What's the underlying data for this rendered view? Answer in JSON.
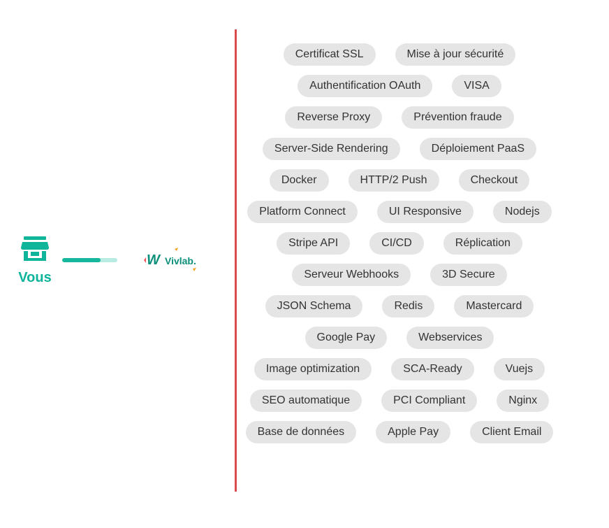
{
  "connection": {
    "you_label": "Vous",
    "you_icon": "store-icon",
    "progress_fraction": 0.7,
    "partner_logo_text": "Vivlab.",
    "accent_color": "#0fb59a",
    "divider_color": "#dc4b4b"
  },
  "tags": [
    "Certificat SSL",
    "Mise à jour sécurité",
    "Authentification OAuth",
    "VISA",
    "Reverse Proxy",
    "Prévention fraude",
    "Server-Side Rendering",
    "Déploiement PaaS",
    "Docker",
    "HTTP/2 Push",
    "Checkout",
    "Platform Connect",
    "UI Responsive",
    "Nodejs",
    "Stripe API",
    "CI/CD",
    "Réplication",
    "Serveur Webhooks",
    "3D Secure",
    "JSON Schema",
    "Redis",
    "Mastercard",
    "Google Pay",
    "Webservices",
    "Image optimization",
    "SCA-Ready",
    "Vuejs",
    "SEO automatique",
    "PCI Compliant",
    "Nginx",
    "Base de données",
    "Apple Pay",
    "Client Email"
  ]
}
